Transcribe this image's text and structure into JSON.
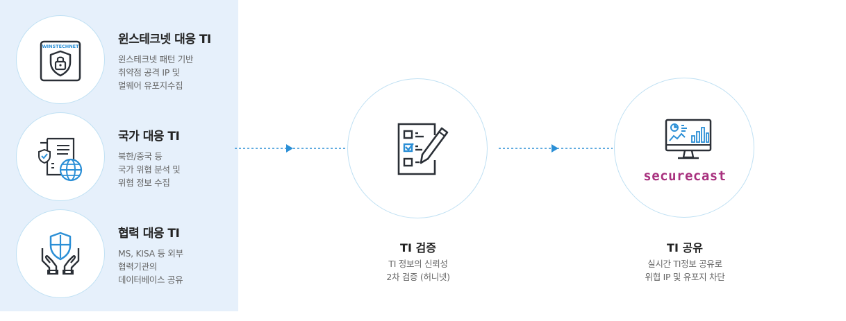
{
  "sources": [
    {
      "title": "윈스테크넷 대응 TI",
      "lines": [
        "윈스테크넷 패턴 기반",
        "취약점 공격 IP 및",
        "멀웨어 유포지수집"
      ],
      "icon": "wins-technet-shield-lock-icon",
      "badge": "WINSTECHNET"
    },
    {
      "title": "국가 대응 TI",
      "lines": [
        "북한/중국 등",
        "국가 위협 분석 및",
        "위협 정보 수집"
      ],
      "icon": "document-globe-icon"
    },
    {
      "title": "협력 대응 TI",
      "lines": [
        "MS, KISA 등 외부",
        "협력기관의",
        "데이터베이스 공유"
      ],
      "icon": "hands-shield-icon"
    }
  ],
  "verify": {
    "title": "TI 검증",
    "lines": [
      "TI 정보의 신뢰성",
      "2차 검증 (허니넷)"
    ],
    "icon": "checklist-pencil-icon"
  },
  "share": {
    "title": "TI 공유",
    "lines": [
      "실시간 TI정보 공유로",
      "위협 IP 및 유포지 차단"
    ],
    "icon": "monitor-dashboard-icon",
    "brand": "securecast"
  },
  "colors": {
    "panel": "#e6f0fb",
    "circle_border": "#bfe0f3",
    "accent": "#2b8fd6",
    "brand": "#a8307e",
    "icon_dark": "#2a2f36"
  }
}
